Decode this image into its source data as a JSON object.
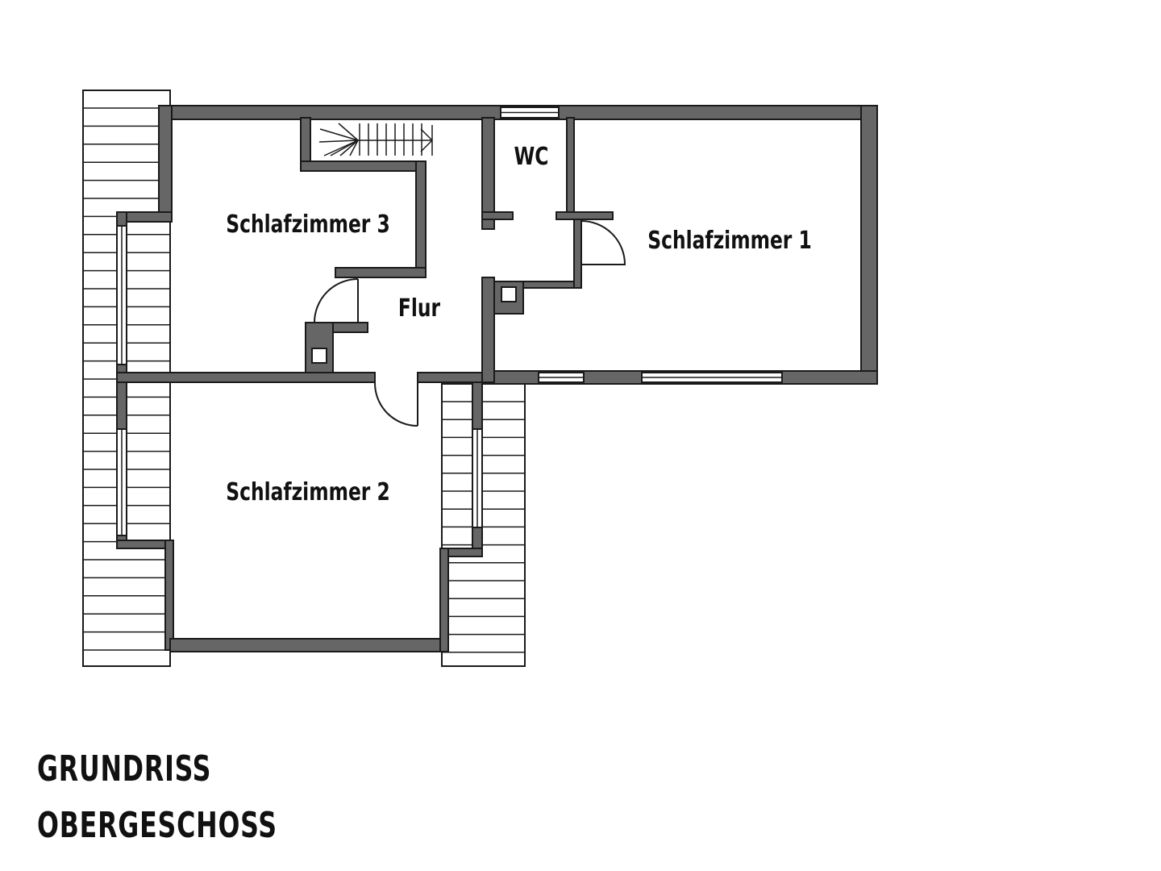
{
  "rooms": {
    "schlafzimmer_3": "Schlafzimmer 3",
    "schlafzimmer_1": "Schlafzimmer 1",
    "schlafzimmer_2": "Schlafzimmer 2",
    "wc": "WC",
    "flur": "Flur"
  },
  "caption": {
    "line1": "GRUNDRISS",
    "line2": "OBERGESCHOSS"
  },
  "colors": {
    "wall": "#666666",
    "outline": "#1a1a1a",
    "text": "#111111"
  }
}
